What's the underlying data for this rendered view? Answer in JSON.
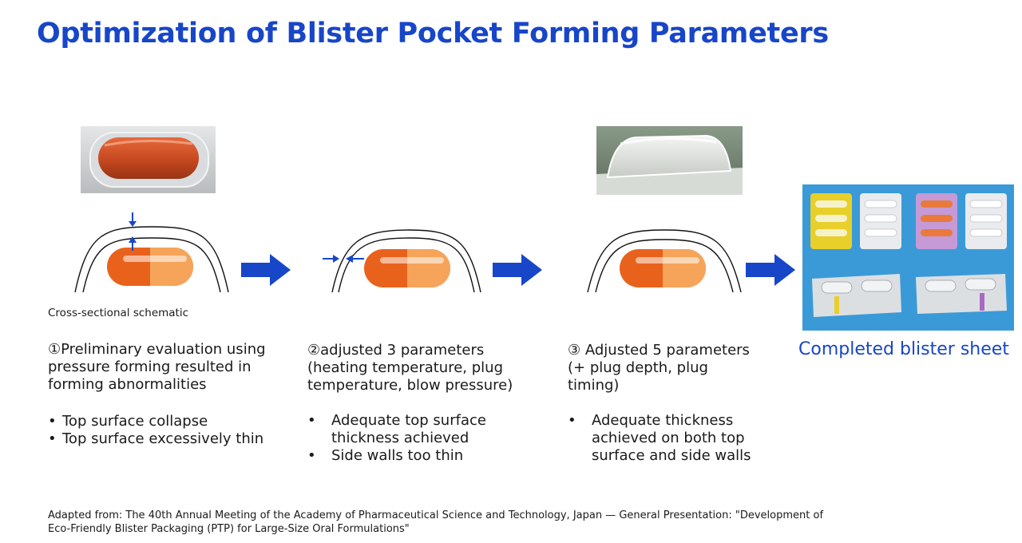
{
  "title": "Optimization of Blister Pocket Forming Parameters",
  "cross_section_label": "Cross-sectional schematic",
  "steps": [
    {
      "heading": "①Preliminary evaluation using pressure forming resulted in forming abnormalities",
      "bullets": [
        "Top surface collapse",
        "Top surface excessively thin"
      ]
    },
    {
      "heading": "②adjusted 3 parameters (heating temperature, plug temperature, blow pressure)",
      "bullets": [
        "Adequate top surface thickness achieved",
        "Side walls too thin"
      ]
    },
    {
      "heading": "③ Adjusted 5 parameters (+ plug depth, plug timing)",
      "bullets": [
        "Adequate thickness achieved on both top surface and side walls"
      ]
    }
  ],
  "completed_label": "Completed blister sheet",
  "footer": "Adapted from: The 40th Annual Meeting of the Academy of Pharmaceutical Science and Technology, Japan — General Presentation: \"Development of Eco-Friendly Blister Packaging (PTP) for Large-Size Oral Formulations\"",
  "colors": {
    "title": "#1846c8",
    "arrow": "#1846c8",
    "capsule_dark": "#e8621c",
    "capsule_light": "#f6a45a",
    "photo_background": "#3a9ad8"
  }
}
